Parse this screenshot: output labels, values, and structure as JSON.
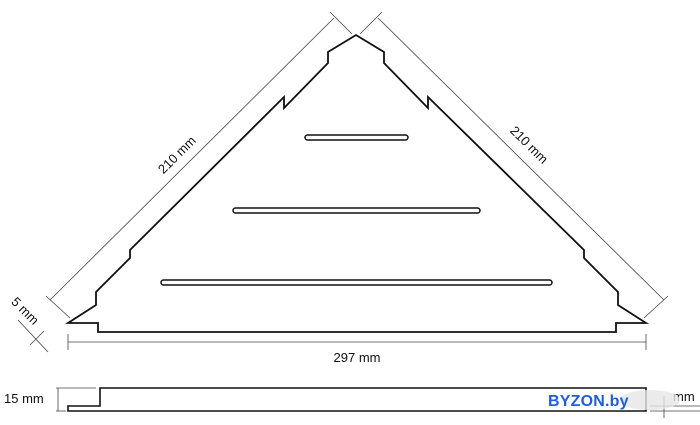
{
  "dimensions": {
    "left_side": "210 mm",
    "right_side": "210 mm",
    "width": "297 mm",
    "rim": "5 mm",
    "height": "15 mm",
    "thickness": "mm"
  },
  "watermark": {
    "text": "BYZON.by",
    "color": "#1f5fd6"
  }
}
